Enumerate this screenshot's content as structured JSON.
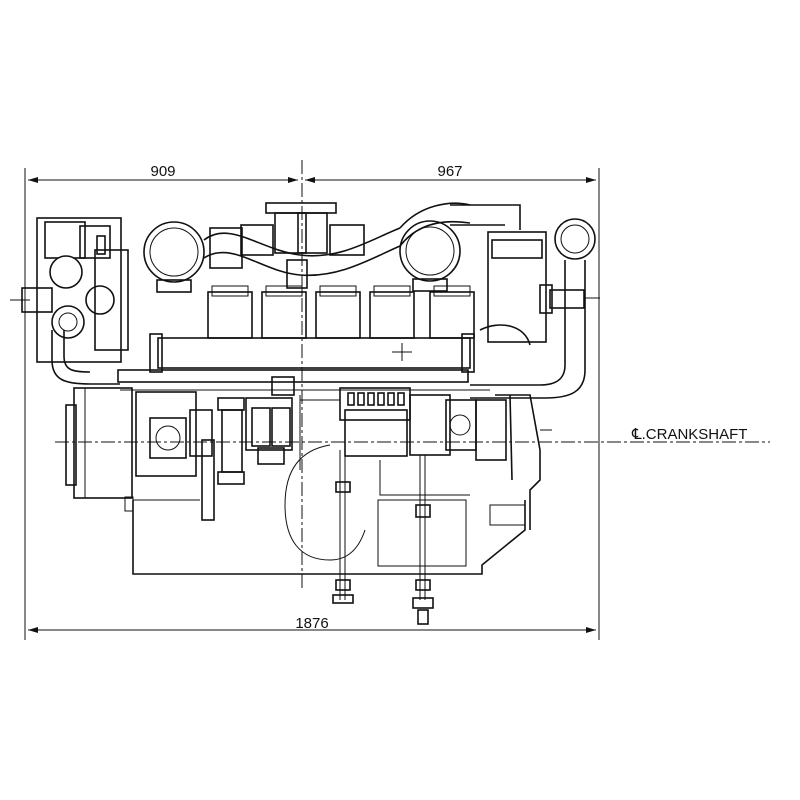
{
  "dimensions": {
    "left_width": "909",
    "right_width": "967",
    "overall_width": "1876"
  },
  "centerline_label": "℄.CRANKSHAFT",
  "colors": {
    "line": "#111111",
    "background": "#ffffff"
  }
}
